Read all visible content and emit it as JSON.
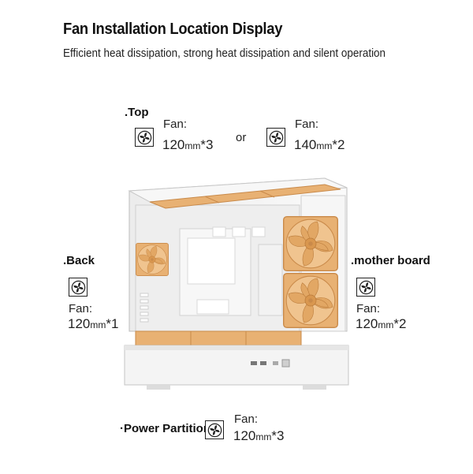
{
  "header": {
    "title": "Fan Installation Location Display",
    "subtitle": "Efficient heat dissipation, strong heat dissipation and silent operation"
  },
  "top": {
    "label": ".Top",
    "fan_word": "Fan:",
    "option1": {
      "size": "120",
      "unit": "mm",
      "count": "*3"
    },
    "or": "or",
    "option2_fan_word": "Fan:",
    "option2": {
      "size": "140",
      "unit": "mm",
      "count": "*2"
    }
  },
  "back": {
    "label": ".Back",
    "fan_word": "Fan:",
    "spec": {
      "size": "120",
      "unit": "mm",
      "count": "*1"
    }
  },
  "motherboard": {
    "label": ".mother board",
    "fan_word": "Fan:",
    "spec": {
      "size": "120",
      "unit": "mm",
      "count": "*2"
    }
  },
  "psu": {
    "label": "·Power Partition",
    "fan_word": "Fan:",
    "spec": {
      "size": "120",
      "unit": "mm",
      "count": "*3"
    }
  },
  "colors": {
    "fan_orange": "#e8b173",
    "fan_orange_dark": "#c98a4a",
    "case_white": "#f2f2f2",
    "text": "#1a1a1a"
  },
  "icons": [
    "fan-icon",
    "pc-case-illustration"
  ]
}
